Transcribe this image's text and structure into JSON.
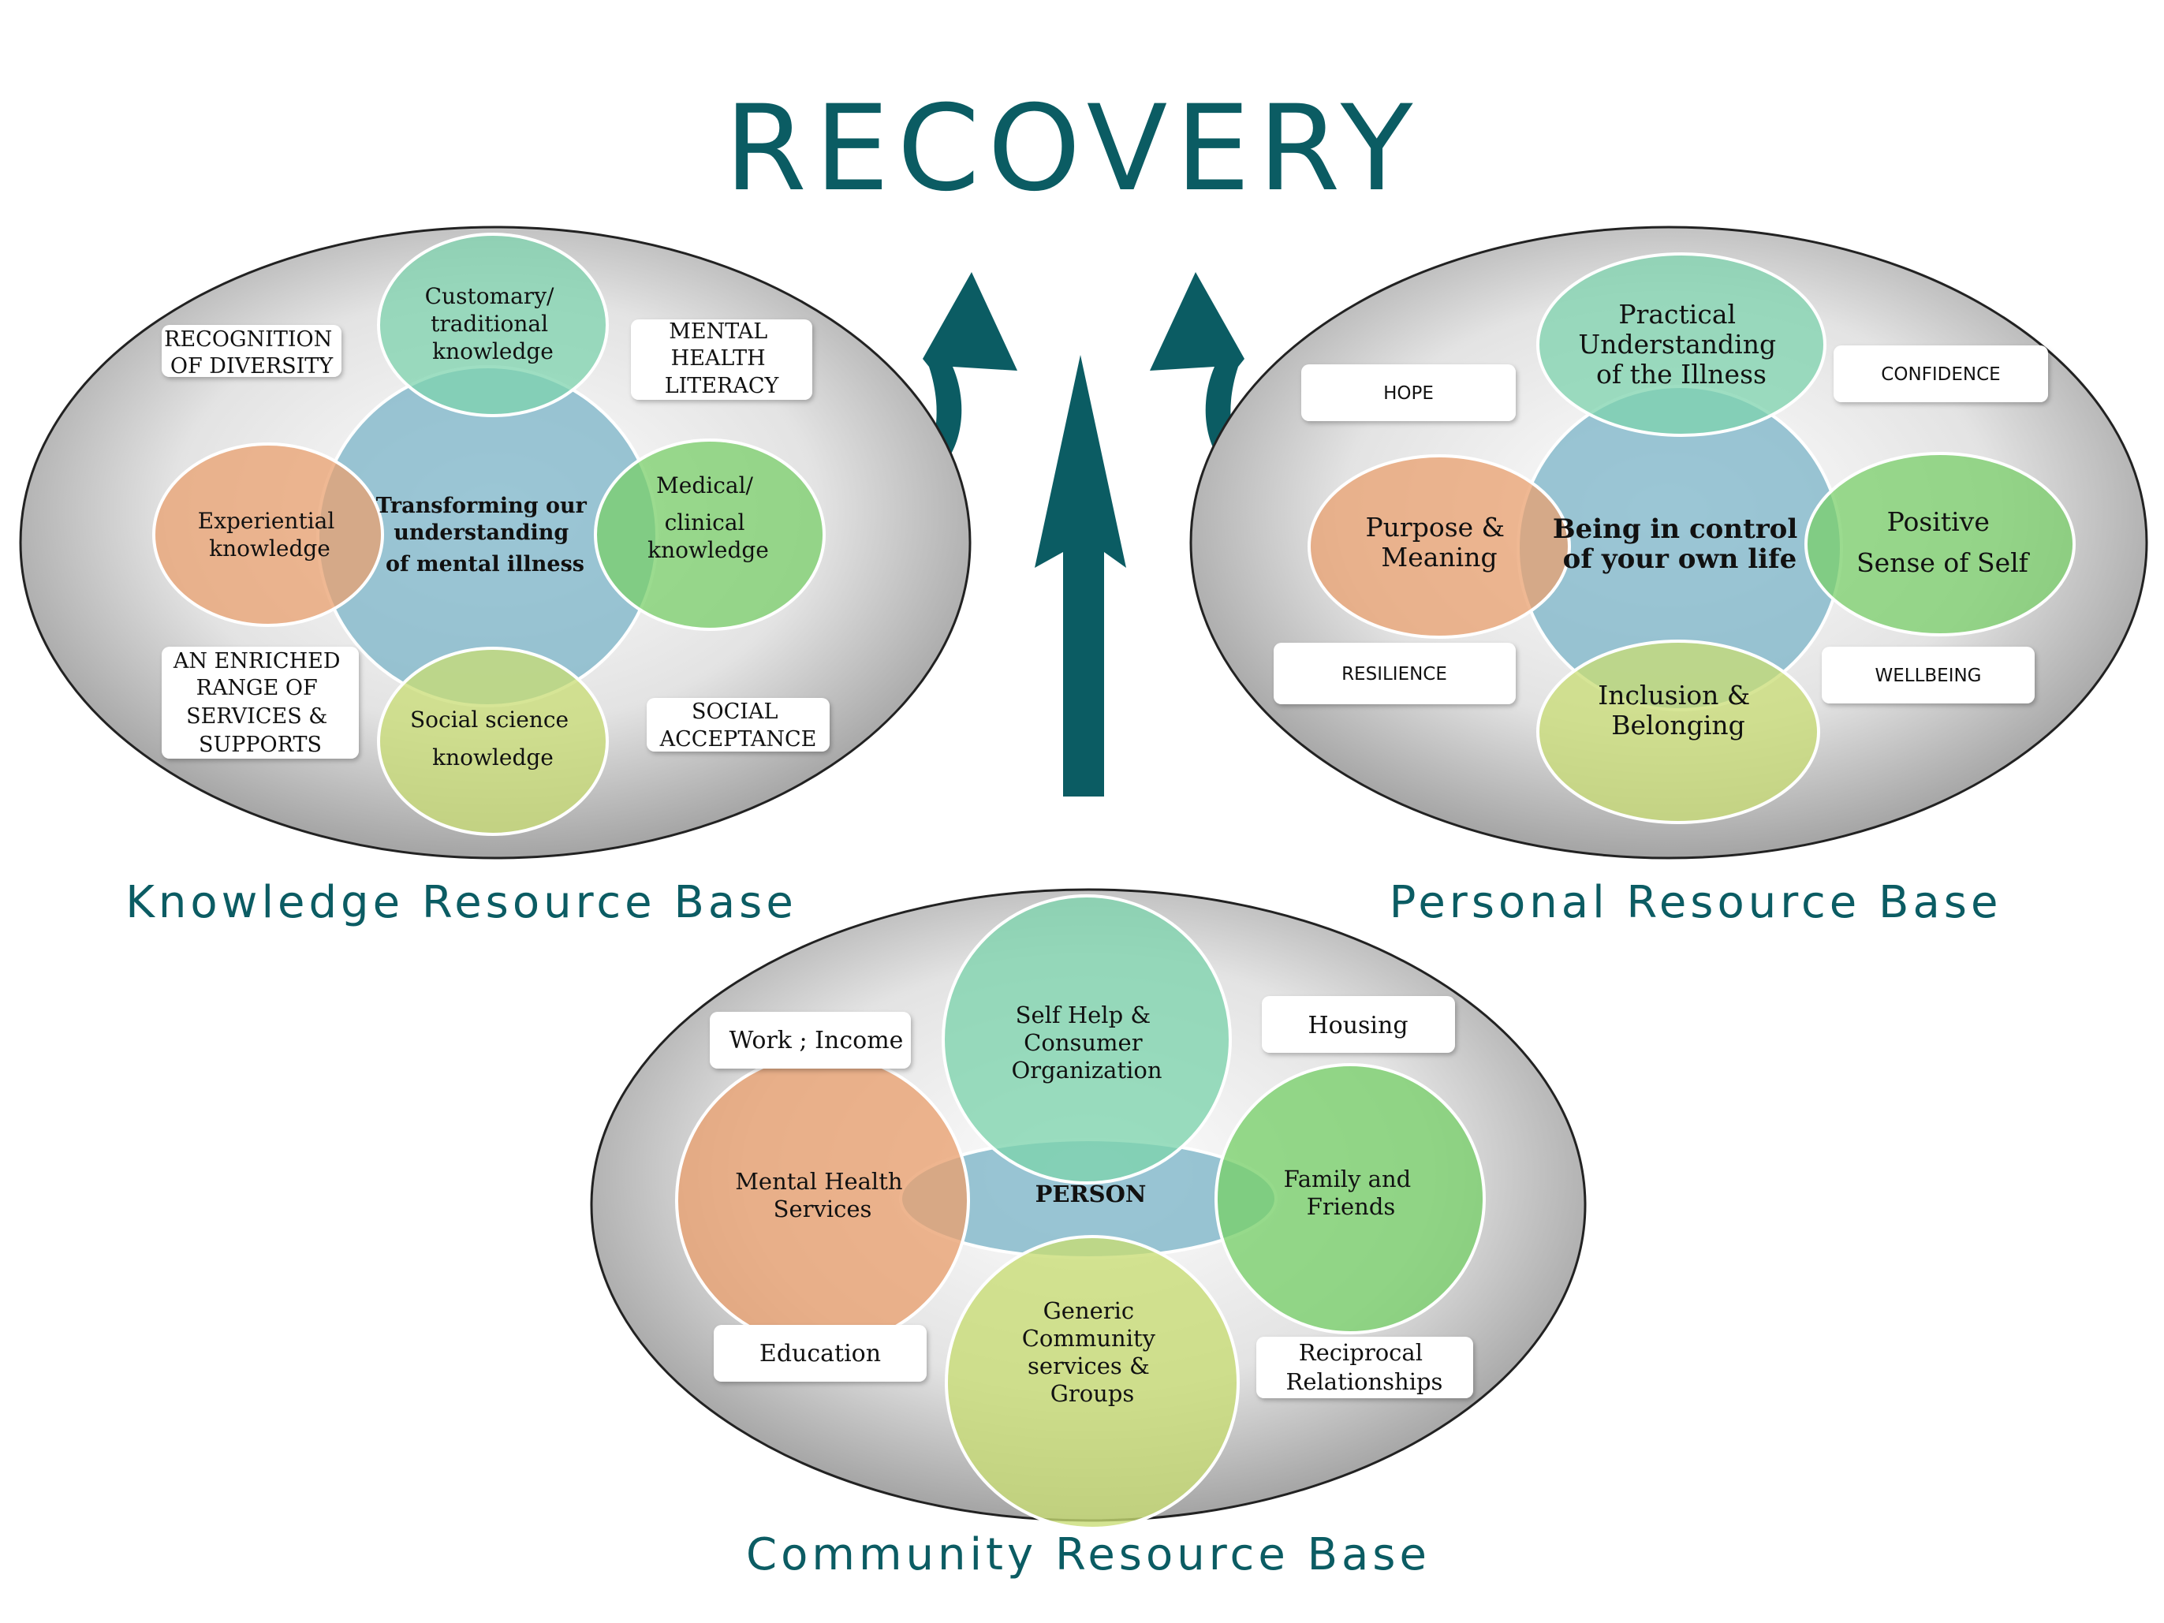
{
  "title": "RECOVERY",
  "colors": {
    "teal": "#0b5c63",
    "orange": "#e9a06f",
    "blue": "#7fb6c9",
    "green_light": "#7ed3ad",
    "green": "#79cf6a",
    "yellow_green": "#c8dc73"
  },
  "knowledge": {
    "base_label": "Knowledge Resource Base",
    "center": [
      "Transforming our",
      "understanding",
      "of mental illness"
    ],
    "top": [
      "Customary/",
      "traditional",
      "knowledge"
    ],
    "left": [
      "Experiential",
      "knowledge"
    ],
    "right": [
      "Medical/",
      "clinical",
      "knowledge"
    ],
    "bottom": [
      "Social science",
      "knowledge"
    ],
    "tags": {
      "recognition": [
        "RECOGNITION",
        "OF DIVERSITY"
      ],
      "literacy": [
        "MENTAL",
        "HEALTH",
        "LITERACY"
      ],
      "enriched": [
        "AN ENRICHED",
        "RANGE OF",
        "SERVICES &",
        "SUPPORTS"
      ],
      "acceptance": [
        "SOCIAL",
        "ACCEPTANCE"
      ]
    }
  },
  "personal": {
    "base_label": "Personal Resource Base",
    "center": [
      "Being in control",
      "of your own life"
    ],
    "top": [
      "Practical",
      "Understanding",
      "of the Illness"
    ],
    "left": [
      "Purpose &",
      "Meaning"
    ],
    "right": [
      "Positive",
      "Sense of Self"
    ],
    "bottom": [
      "Inclusion &",
      "Belonging"
    ],
    "tags": {
      "hope": "HOPE",
      "confidence": "CONFIDENCE",
      "resilience": "RESILIENCE",
      "wellbeing": "WELLBEING"
    }
  },
  "community": {
    "base_label": "Community Resource Base",
    "center": "PERSON",
    "top": [
      "Self Help &",
      "Consumer",
      "Organization"
    ],
    "left": [
      "Mental Health",
      "Services"
    ],
    "right": [
      "Family and",
      "Friends"
    ],
    "bottom": [
      "Generic",
      "Community",
      "services &",
      "Groups"
    ],
    "tags": {
      "work": "Work ; Income",
      "housing": "Housing",
      "education": "Education",
      "reciprocal": [
        "Reciprocal",
        "Relationships"
      ]
    }
  }
}
